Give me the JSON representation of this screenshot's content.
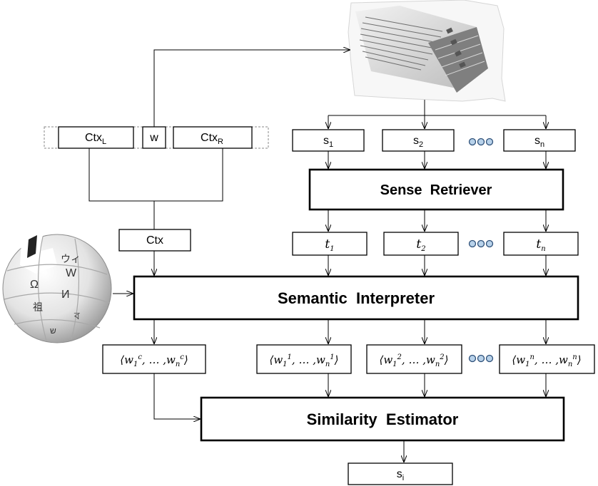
{
  "context": {
    "left": {
      "main": "Ctx",
      "sub": "L"
    },
    "word": "w",
    "right": {
      "main": "Ctx",
      "sub": "R"
    },
    "combined": "Ctx"
  },
  "senses": [
    {
      "main": "s",
      "sub": "1"
    },
    {
      "main": "s",
      "sub": "2"
    },
    {
      "main": "s",
      "sub": "n"
    }
  ],
  "sense_retriever": "Sense  Retriever",
  "texts": [
    {
      "main": "t",
      "sub": "1"
    },
    {
      "main": "t",
      "sub": "2"
    },
    {
      "main": "t",
      "sub": "n"
    }
  ],
  "semantic_interpreter": "Semantic  Interpreter",
  "vectors": [
    {
      "open": "⟨",
      "w1": "w",
      "s1": "1",
      "u1": "c",
      "mid": ", … ,",
      "w2": "w",
      "s2": "n",
      "u2": "c",
      "close": "⟩"
    },
    {
      "open": "⟨",
      "w1": "w",
      "s1": "1",
      "u1": "1",
      "mid": ", … ,",
      "w2": "w",
      "s2": "n",
      "u2": "1",
      "close": "⟩"
    },
    {
      "open": "⟨",
      "w1": "w",
      "s1": "1",
      "u1": "2",
      "mid": ", … ,",
      "w2": "w",
      "s2": "n",
      "u2": "2",
      "close": "⟩"
    },
    {
      "open": "⟨",
      "w1": "w",
      "s1": "1",
      "u1": "n",
      "mid": ", … ,",
      "w2": "w",
      "s2": "n",
      "u2": "n",
      "close": "⟩"
    }
  ],
  "similarity_estimator": "Similarity  Estimator",
  "output": {
    "main": "s",
    "sub": "i"
  },
  "icons": {
    "dictionary": "open-dictionary-photo",
    "knowledge_base": "wikipedia-globe-logo",
    "continuation": "ellipsis-dots"
  },
  "colors": {
    "dots_fill": "#b8d2ea",
    "dots_stroke": "#2d4f78"
  }
}
